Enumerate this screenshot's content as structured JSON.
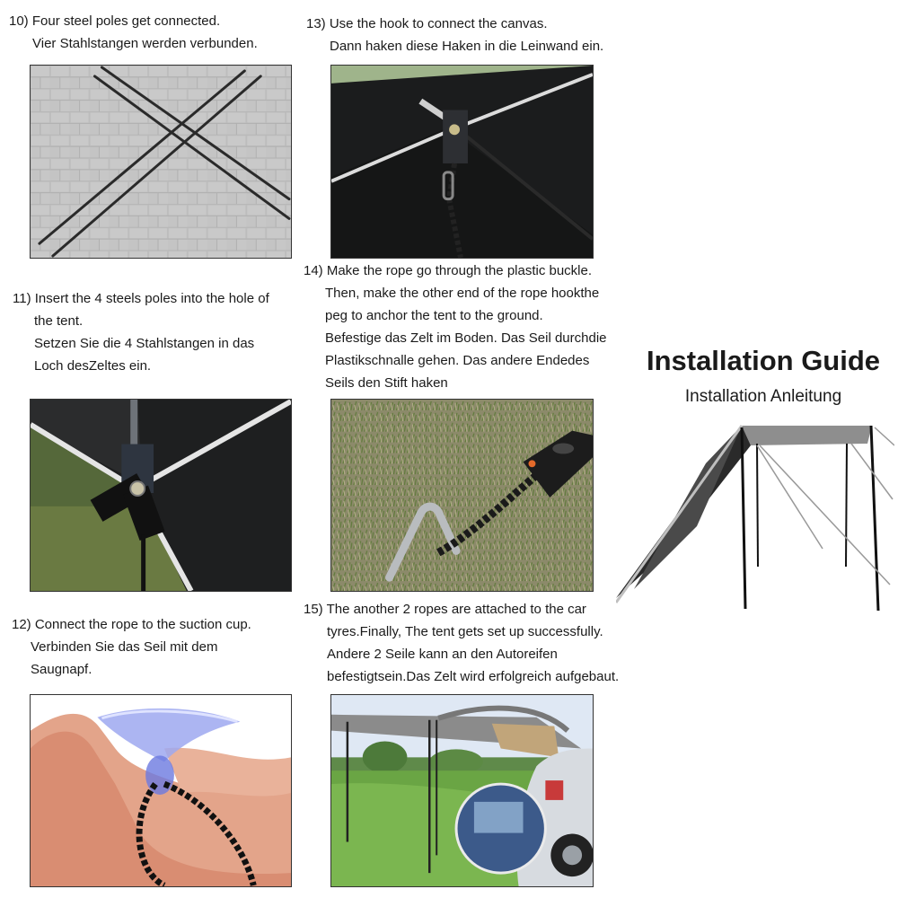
{
  "steps": [
    {
      "id": "10",
      "lines": [
        "10) Four steel poles get connected.",
        "Vier Stahlstangen werden verbunden."
      ],
      "image": "steel-poles-on-pavement"
    },
    {
      "id": "11",
      "lines": [
        "11) Insert the 4 steels poles into the hole of",
        "the tent.",
        "Setzen Sie die 4 Stahlstangen in das",
        "Loch desZeltes ein."
      ],
      "image": "pole-inserted-tent-corner"
    },
    {
      "id": "12",
      "lines": [
        "12) Connect the rope to the suction cup.",
        "Verbinden Sie das Seil mit dem",
        "Saugnapf."
      ],
      "image": "suction-cup-rope-hand"
    },
    {
      "id": "13",
      "lines": [
        "13) Use the hook to connect the canvas.",
        "Dann haken diese Haken in die Leinwand ein."
      ],
      "image": "hook-on-canvas"
    },
    {
      "id": "14",
      "lines": [
        "14) Make the rope go through the plastic buckle.",
        "Then, make the other end of the rope hookthe",
        "peg to anchor the tent to the ground.",
        "Befestige das Zelt im Boden. Das Seil durchdie",
        "Plastikschnalle gehen. Das andere Endedes",
        "Seils den Stift haken"
      ],
      "image": "peg-rope-buckle-ground"
    },
    {
      "id": "15",
      "lines": [
        "15) The another 2 ropes are attached to the car",
        "tyres.Finally, The tent gets set up successfully.",
        "Andere 2 Seile kann an den Autoreifen",
        "befestigtsein.Das Zelt wird erfolgreich aufgebaut."
      ],
      "image": "tent-set-up-car"
    }
  ],
  "guide": {
    "title": "Installation Guide",
    "subtitle": "Installation Anleitung",
    "image": "car-awning-tent"
  },
  "colors": {
    "canvas": "#1f2020",
    "trim": "#e8e8e8",
    "grass": "#6d8a3a",
    "sky": "#dfe8f4",
    "awning": "#8b8b8b"
  }
}
